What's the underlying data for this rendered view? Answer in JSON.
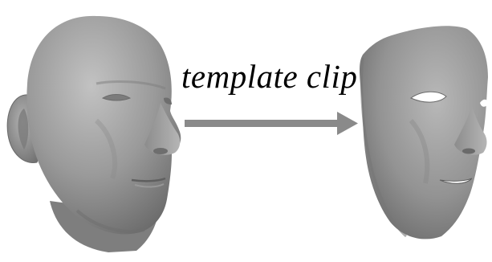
{
  "caption": "template clip",
  "figure": {
    "left_image": "full-head-mesh",
    "right_image": "clipped-face-template",
    "arrow_direction": "left-to-right"
  },
  "colors": {
    "mesh_base": "#8f8f8f",
    "mesh_light": "#bdbdbd",
    "mesh_dark": "#5e5e5e",
    "arrow": "#8a8a8a",
    "text": "#000000",
    "background": "#ffffff"
  }
}
